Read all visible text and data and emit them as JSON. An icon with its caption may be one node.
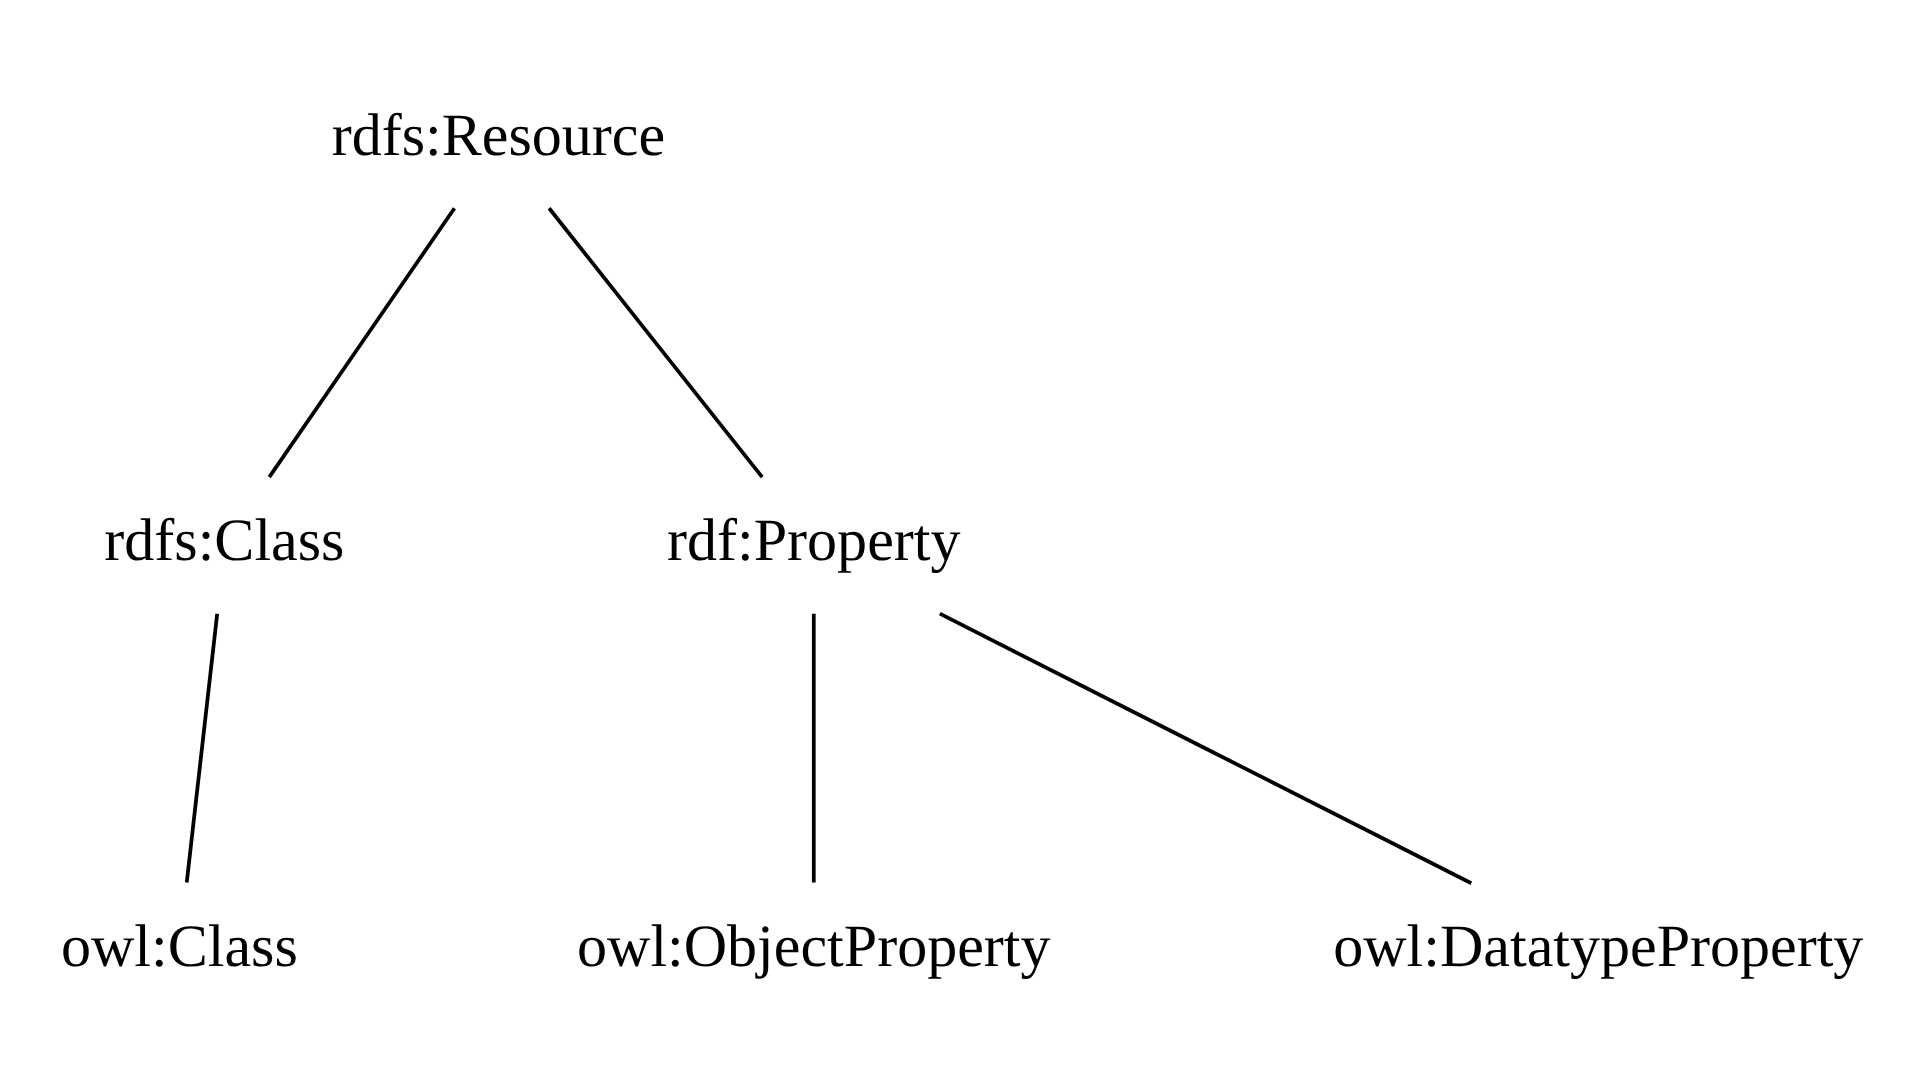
{
  "diagram": {
    "nodes": [
      {
        "text": [
          "rdfs:Resource"
        ]
      },
      {
        "text": [
          "rdfs:Class"
        ]
      },
      {
        "text": [
          "rdf:Property"
        ]
      },
      {
        "text": [
          "owl:Class"
        ]
      },
      {
        "text": [
          "owl:ObjectProperty"
        ]
      },
      {
        "text": [
          "owl:DatatypeProperty"
        ]
      }
    ],
    "edges": [
      {
        "from": 0,
        "to": 1,
        "arrow": "none"
      },
      {
        "from": 0,
        "to": 2,
        "arrow": "none"
      },
      {
        "from": 1,
        "to": 3,
        "arrow": "none"
      },
      {
        "from": 2,
        "to": 4,
        "arrow": "none"
      },
      {
        "from": 2,
        "to": 5,
        "arrow": "none"
      }
    ]
  }
}
